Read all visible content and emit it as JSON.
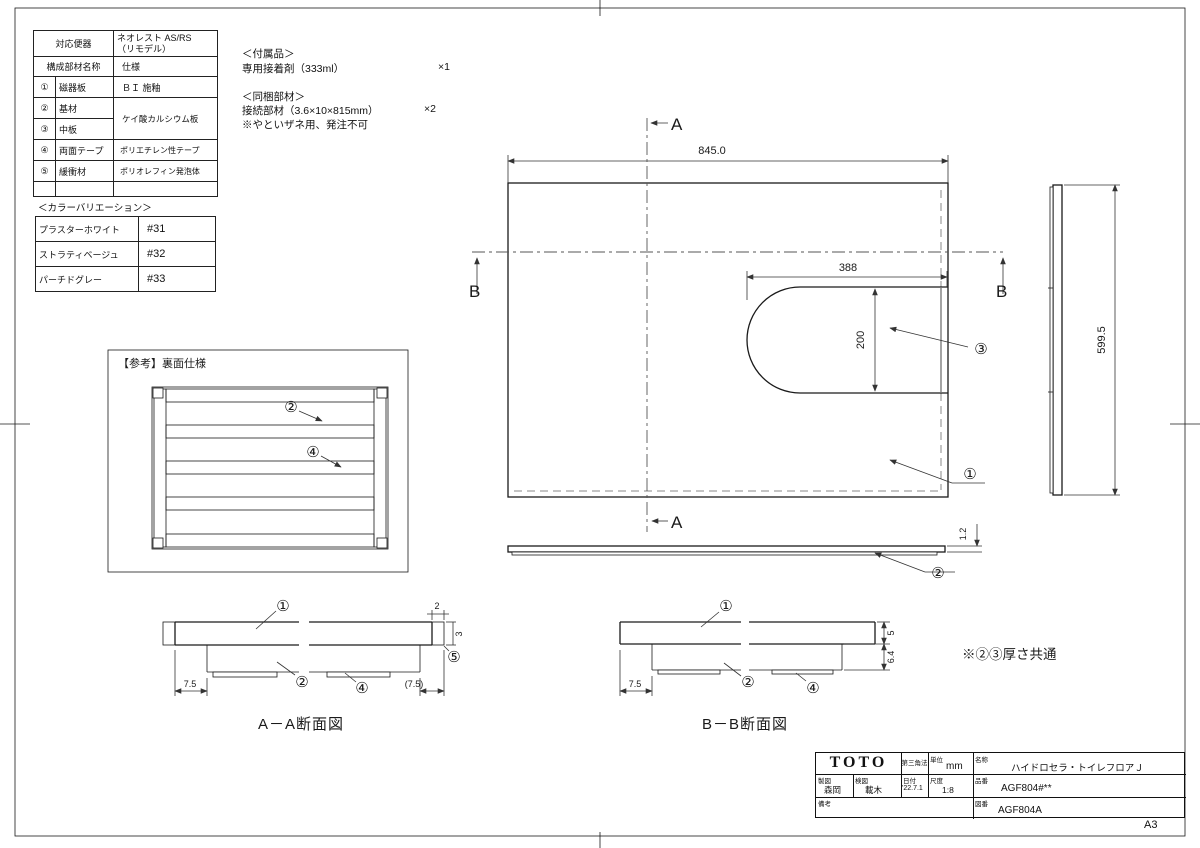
{
  "sheet": {
    "format": "A3"
  },
  "spec_table": {
    "h1_label": "対応便器",
    "h1_value1": "ネオレスト AS/RS",
    "h1_value2": "（リモデル）",
    "h2_label": "構成部材名称",
    "h2_value": "仕様",
    "rows": [
      {
        "no": "①",
        "name": "磁器板",
        "spec": "ＢＩ 施釉"
      },
      {
        "no": "②",
        "name": "基材",
        "spec": "ケイ酸カルシウム板"
      },
      {
        "no": "③",
        "name": "中板",
        "spec": ""
      },
      {
        "no": "④",
        "name": "両面テープ",
        "spec": "ポリエチレン性テープ"
      },
      {
        "no": "⑤",
        "name": "緩衝材",
        "spec": "ポリオレフィン発泡体"
      }
    ]
  },
  "color_table": {
    "title": "＜カラーバリエーション＞",
    "rows": [
      {
        "name": "プラスターホワイト",
        "code": "#31"
      },
      {
        "name": "ストラティベージュ",
        "code": "#32"
      },
      {
        "name": "パーチドグレー",
        "code": "#33"
      }
    ]
  },
  "accessories": {
    "title": "＜付属品＞",
    "item": "専用接着剤（333ml）",
    "qty": "×1"
  },
  "bundled": {
    "title": "＜同梱部材＞",
    "item": "接続部材（3.6×10×815mm）",
    "qty": "×2",
    "note": "※やといザネ用、発注不可"
  },
  "reference": {
    "title": "【参考】裏面仕様",
    "callout_base": "②",
    "callout_tape": "④"
  },
  "plan": {
    "dim_width": "845.0",
    "dim_cutout_width": "388",
    "dim_cutout_depth": "200",
    "callout_board": "①",
    "callout_middle": "③",
    "section_a": "A",
    "section_b": "B"
  },
  "side_view": {
    "dim_height": "599.5"
  },
  "front_view": {
    "dim_thickness": "1.2",
    "callout_base": "②"
  },
  "section_aa": {
    "title": "A－A断面図",
    "dim_left": "7.5",
    "dim_right": "(7.5)",
    "dim_top": "2",
    "dim_side": "3",
    "callout_board": "①",
    "callout_base": "②",
    "callout_tape": "④",
    "callout_cushion": "⑤"
  },
  "section_bb": {
    "title": "B－B断面図",
    "dim_left": "7.5",
    "dim_board": "5",
    "dim_base": "6.4",
    "callout_board": "①",
    "callout_base": "②",
    "callout_tape": "④"
  },
  "notes": {
    "thickness": "※②③厚さ共通"
  },
  "title_block": {
    "logo": "TOTO",
    "projection": "第三角法",
    "unit_label": "単位",
    "unit": "mm",
    "drafter_label": "製図",
    "drafter": "森岡",
    "checker_label": "検図",
    "checker": "載木",
    "date_label": "日付",
    "date": "'22.7.1",
    "scale_label": "尺度",
    "scale": "1:8",
    "remarks_label": "備考",
    "name_label": "名称",
    "name": "ハイドロセラ・トイレフロアＪ",
    "part_label": "品番",
    "part_no": "AGF804#**",
    "drawing_label": "図番",
    "drawing_no": "AGF804A"
  }
}
